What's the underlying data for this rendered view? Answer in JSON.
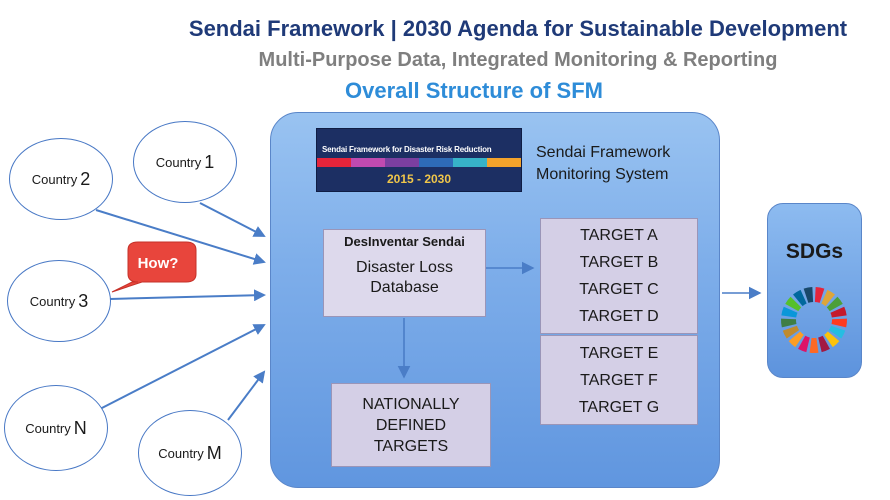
{
  "header": {
    "title": "Sendai Framework | 2030 Agenda for Sustainable Development",
    "subtitle": "Multi-Purpose Data, Integrated Monitoring & Reporting",
    "section_title": "Overall Structure of SFM"
  },
  "logo": {
    "text": "Sendai Framework for Disaster Risk Reduction",
    "years": "2015 - 2030",
    "stripe_colors": [
      "#e5243b",
      "#c04ab0",
      "#7b3fa0",
      "#2e6bb7",
      "#37b3c8",
      "#f3a32c"
    ]
  },
  "monitoring_system": {
    "line1": "Sendai Framework",
    "line2": "Monitoring System"
  },
  "database": {
    "header": "DesInventar Sendai",
    "line1": "Disaster Loss",
    "line2": "Database"
  },
  "national_targets": {
    "line1": "NATIONALLY",
    "line2": "DEFINED",
    "line3": "TARGETS"
  },
  "targets_group1": [
    "TARGET A",
    "TARGET B",
    "TARGET C",
    "TARGET D"
  ],
  "targets_group2": [
    "TARGET E",
    "TARGET F",
    "TARGET G"
  ],
  "countries": {
    "c1": {
      "label": "Country",
      "num": "1"
    },
    "c2": {
      "label": "Country",
      "num": "2"
    },
    "c3": {
      "label": "Country",
      "num": "3"
    },
    "cn": {
      "label": "Country",
      "num": "N"
    },
    "cm": {
      "label": "Country",
      "num": "M"
    }
  },
  "callout": {
    "text": "How?"
  },
  "sdgs": {
    "label": "SDGs",
    "wheel_colors": [
      "#e5243b",
      "#dda63a",
      "#4c9f38",
      "#c5192d",
      "#ff3a21",
      "#26bde2",
      "#fcc30b",
      "#a21942",
      "#fd6925",
      "#dd1367",
      "#fd9d24",
      "#bf8b2e",
      "#3f7e44",
      "#0a97d9",
      "#56c02b",
      "#00689d",
      "#19486a"
    ]
  },
  "colors": {
    "title_blue": "#1f3a78",
    "subtitle_gray": "#7f7f7f",
    "section_blue": "#2e8cd8",
    "arrow_blue": "#4a7dc7",
    "callout_red": "#e8453c"
  }
}
